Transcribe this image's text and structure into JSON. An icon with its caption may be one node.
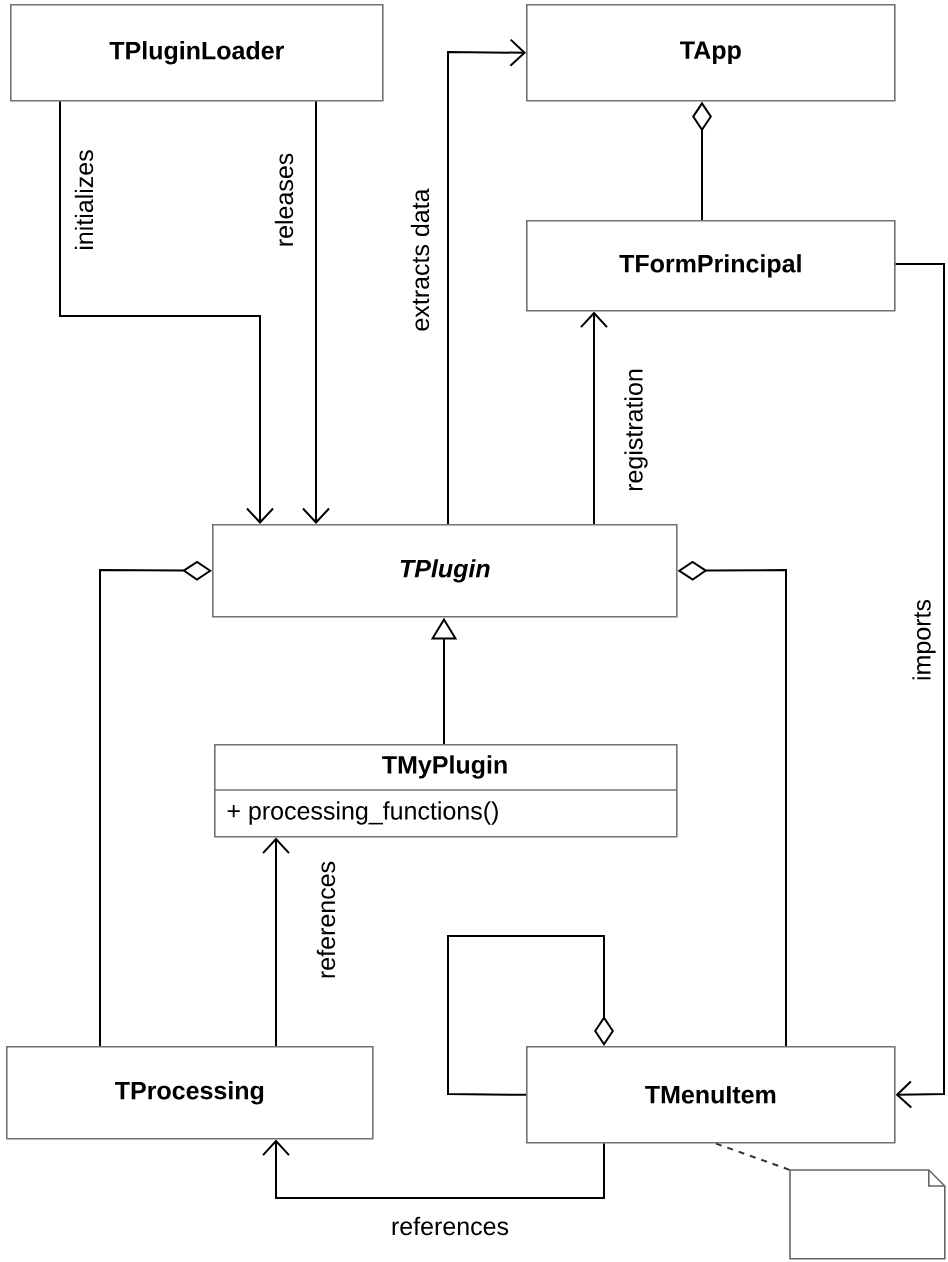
{
  "diagram": {
    "nodes": [
      {
        "text": [
          "TPluginLoader"
        ]
      },
      {
        "text": [
          "TApp"
        ]
      },
      {
        "text": [
          "TFormPrincipal"
        ]
      },
      {
        "text": [
          "TPlugin"
        ]
      },
      {
        "text": [
          "TMyPlugin",
          "+ processing_functions()"
        ]
      },
      {
        "text": [
          "TProcessing"
        ]
      },
      {
        "text": [
          "TMenuItem"
        ]
      },
      {
        "text": [],
        "shape": "note"
      }
    ],
    "edges": [
      {
        "from": 0,
        "to": 3,
        "arrow": "to",
        "label": "initializes"
      },
      {
        "from": 0,
        "to": 3,
        "arrow": "to",
        "label": "releases"
      },
      {
        "from": 3,
        "to": 1,
        "arrow": "to",
        "label": "extracts data"
      },
      {
        "from": 3,
        "to": 2,
        "arrow": "to",
        "label": "registration"
      },
      {
        "from": 2,
        "to": 1,
        "arrow": "other"
      },
      {
        "from": 4,
        "to": 3,
        "arrow": "to"
      },
      {
        "from": 5,
        "to": 3,
        "arrow": "other"
      },
      {
        "from": 6,
        "to": 3,
        "arrow": "other"
      },
      {
        "from": 6,
        "to": 6,
        "arrow": "other"
      },
      {
        "from": 5,
        "to": 4,
        "arrow": "to",
        "label": "references"
      },
      {
        "from": 6,
        "to": 5,
        "arrow": "to",
        "label": "references"
      },
      {
        "from": 2,
        "to": 6,
        "arrow": "to",
        "label": "imports"
      },
      {
        "from": 6,
        "to": 7,
        "arrow": "none",
        "style": "dashed"
      }
    ]
  }
}
